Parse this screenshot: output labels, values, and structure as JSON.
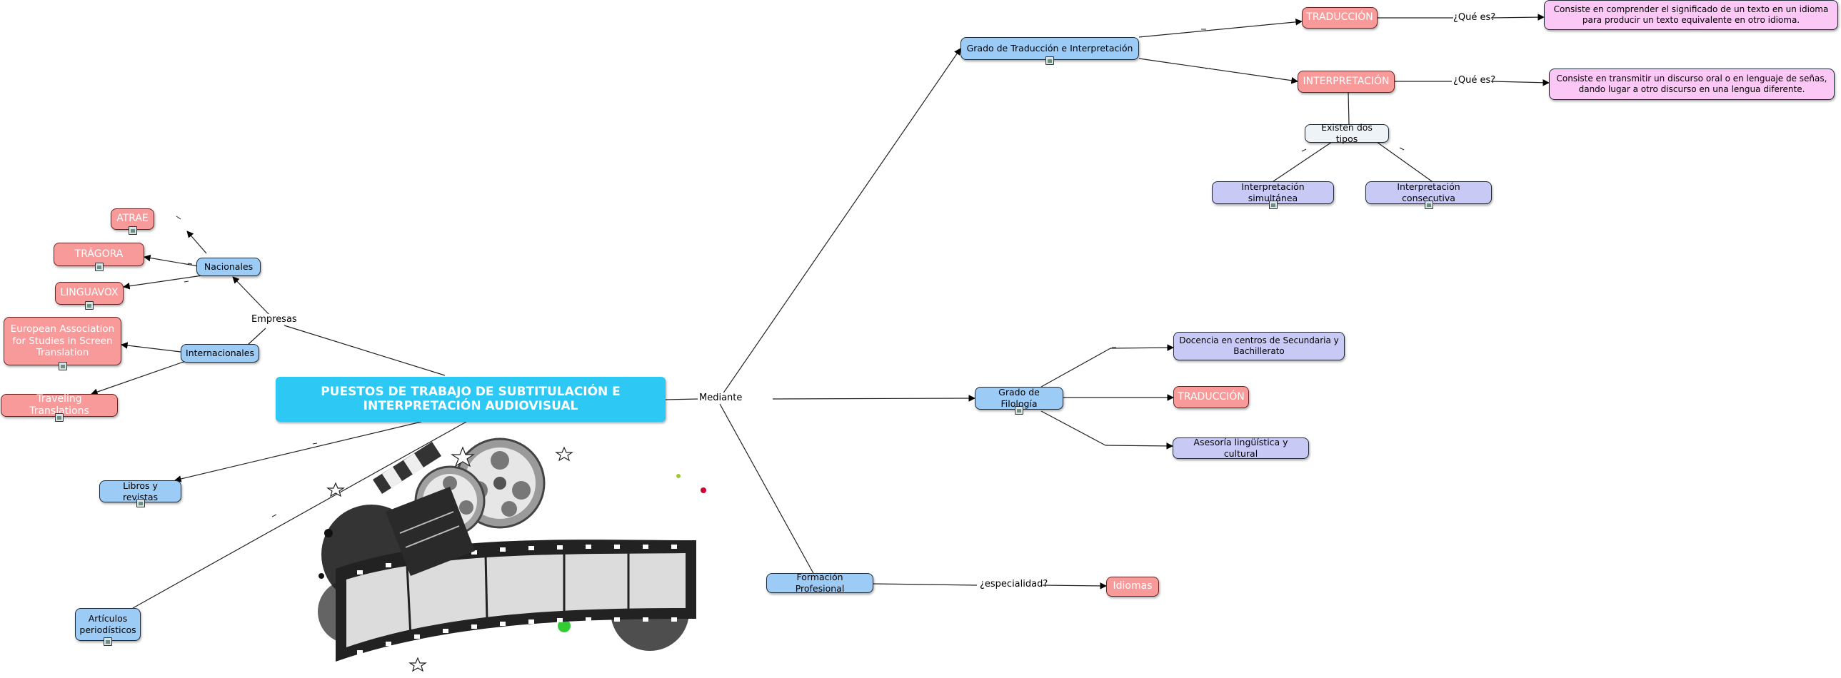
{
  "main_title": "PUESTOS DE TRABAJO DE SUBTITULACIÓN E INTERPRETACIÓN AUDIOVISUAL",
  "labels": {
    "mediante": "Mediante",
    "empresas": "Empresas",
    "que_es_1": "¿Qué es?",
    "que_es_2": "¿Qué es?",
    "existen_dos_tipos": "Existen dos tipos",
    "especialidad": "¿especialidad?"
  },
  "nodes": {
    "grado_traduccion": "Grado de Traducción e  Interpretación",
    "traduccion_top": "TRADUCCIÓN",
    "interpretacion": "INTERPRETACIÓN",
    "def_traduccion": "Consiste en comprender el significado de un texto  en un idioma para producir un texto equivalente en otro idioma.",
    "def_interpretacion": "Consiste en transmitir un discurso oral o en lenguaje de señas, dando lugar a otro discurso en una lengua diferente.",
    "interp_simultanea": "Interpretación simultánea",
    "interp_consecutiva": "Interpretación consecutiva",
    "grado_filologia": "Grado de Filología",
    "docencia": "Docencia en centros de Secundaria y Bachillerato",
    "traduccion_mid": "TRADUCCIÓN",
    "asesoria": "Asesoría lingüística y cultural",
    "formacion": "Formación Profesional",
    "idiomas": "Idiomas",
    "nacionales": "Nacionales",
    "internacionales": "Internacionales",
    "atrae": "ATRAE",
    "tragora": "TRÁGORA",
    "linguavox": "LINGUAVOX",
    "easst": "European Association for Studies in Screen Translation",
    "traveling": "Traveling Translations",
    "libros": "Libros y revistas",
    "articulos": "Artículos periodísticos"
  },
  "colors": {
    "main": "#2ec8f5",
    "blue_node": "#9ccbf5",
    "red_node": "#f89a9a",
    "lavender_node": "#c9c9f5",
    "pink_node": "#fbc8f5"
  }
}
